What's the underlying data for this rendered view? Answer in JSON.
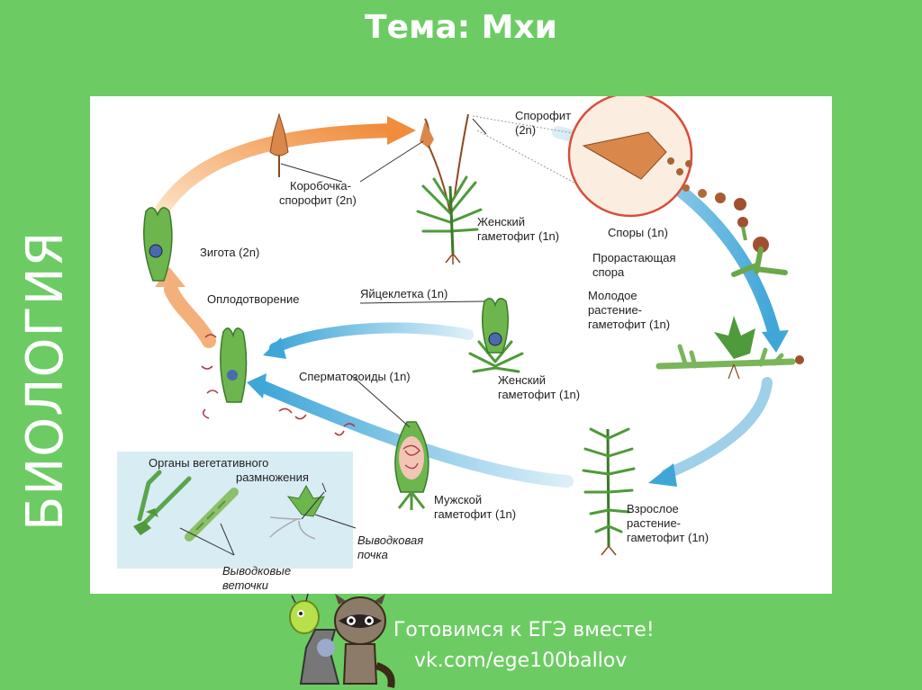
{
  "slide": {
    "title": "Тема: Мхи",
    "side_label": "БИОЛОГИЯ"
  },
  "diagram": {
    "labels": {
      "sporophyte": "Спорофит",
      "sporophyte_ploidy": "(2n)",
      "capsule_l1": "Коробочка-",
      "capsule_l2": "спорофит (2n)",
      "female_top_l1": "Женский",
      "female_top_l2": "гаметофит (1n)",
      "spores": "Споры (1n)",
      "zygote": "Зигота (2n)",
      "germ_l1": "Прорастающая",
      "germ_l2": "спора",
      "fertilization": "Оплодотворение",
      "egg": "Яйцеклетка (1n)",
      "young_l1": "Молодое",
      "young_l2": "растение-",
      "young_l3": "гаметофит (1n)",
      "female_mid_l1": "Женский",
      "female_mid_l2": "гаметофит (1n)",
      "sperm": "Сперматозоиды (1n)",
      "veg_l1": "Органы вегетативного",
      "veg_l2": "размножения",
      "male_l1": "Мужской",
      "male_l2": "гаметофит (1n)",
      "adult_l1": "Взрослое",
      "adult_l2": "растение-",
      "adult_l3": "гаметофит (1n)",
      "bud_l1": "Выводковая",
      "bud_l2": "почка",
      "branch_l1": "Выводковые",
      "branch_l2": "веточки"
    },
    "colors": {
      "background": "#6ccc63",
      "orange_arrow": "#f2a25a",
      "blue_arrow": "#4fb0dc",
      "plant_green": "#4f9a3a",
      "inset_bg": "#d8ecf4"
    }
  },
  "footer": {
    "line1": "Готовимся к ЕГЭ вместе!",
    "line2": "vk.com/ege100ballov"
  }
}
